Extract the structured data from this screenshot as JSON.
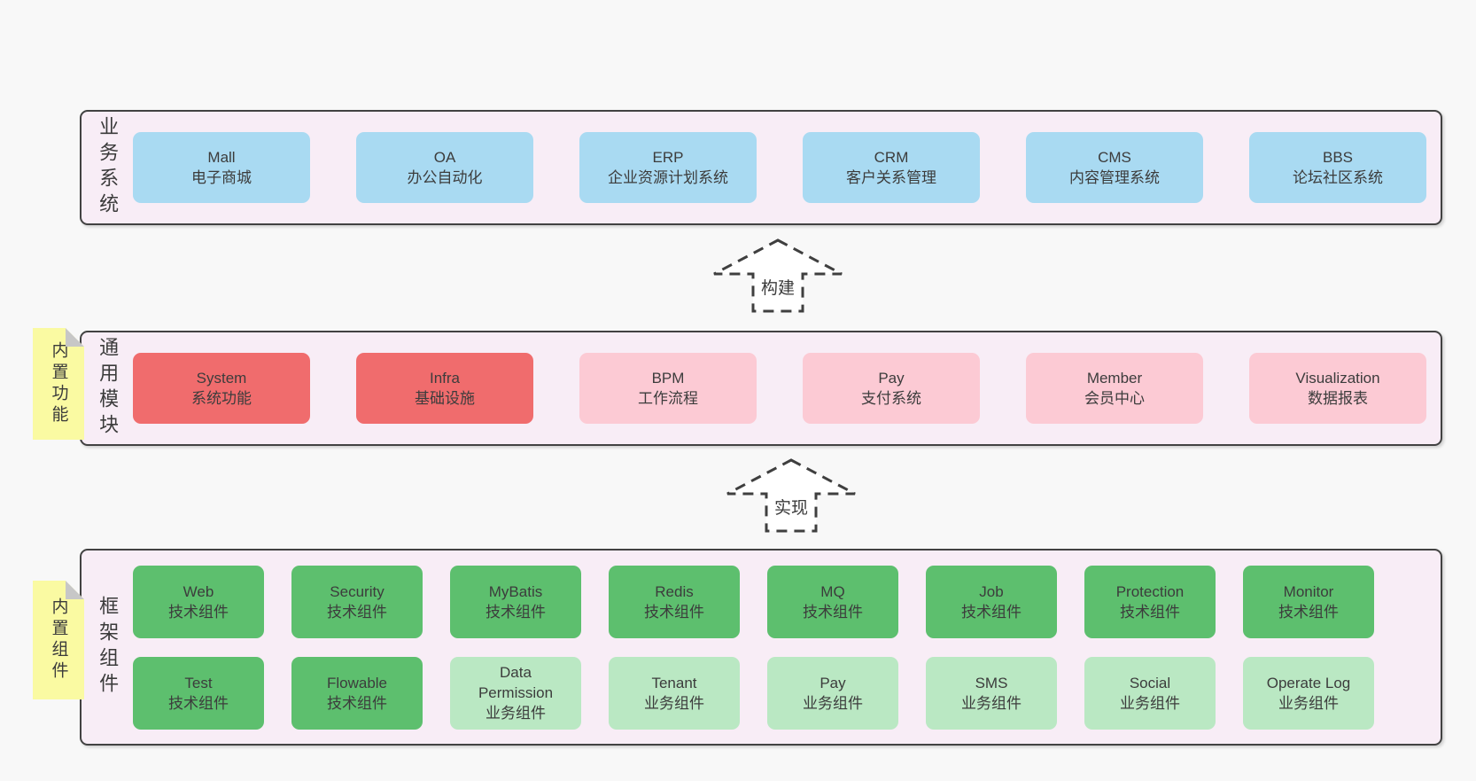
{
  "diagram": {
    "layers": {
      "business": {
        "label": "业务系统",
        "boxes": [
          {
            "name": "Mall",
            "desc": "电子商城"
          },
          {
            "name": "OA",
            "desc": "办公自动化"
          },
          {
            "name": "ERP",
            "desc": "企业资源计划系统"
          },
          {
            "name": "CRM",
            "desc": "客户关系管理"
          },
          {
            "name": "CMS",
            "desc": "内容管理系统"
          },
          {
            "name": "BBS",
            "desc": "论坛社区系统"
          }
        ]
      },
      "modules": {
        "label": "通用模块",
        "sticky": "内置功能",
        "boxes": [
          {
            "name": "System",
            "desc": "系统功能"
          },
          {
            "name": "Infra",
            "desc": "基础设施"
          },
          {
            "name": "BPM",
            "desc": "工作流程"
          },
          {
            "name": "Pay",
            "desc": "支付系统"
          },
          {
            "name": "Member",
            "desc": "会员中心"
          },
          {
            "name": "Visualization",
            "desc": "数据报表"
          }
        ]
      },
      "framework": {
        "label": "框架组件",
        "sticky": "内置组件",
        "rows": [
          [
            {
              "name": "Web",
              "desc": "技术组件"
            },
            {
              "name": "Security",
              "desc": "技术组件"
            },
            {
              "name": "MyBatis",
              "desc": "技术组件"
            },
            {
              "name": "Redis",
              "desc": "技术组件"
            },
            {
              "name": "MQ",
              "desc": "技术组件"
            },
            {
              "name": "Job",
              "desc": "技术组件"
            },
            {
              "name": "Protection",
              "desc": "技术组件"
            },
            {
              "name": "Monitor",
              "desc": "技术组件"
            }
          ],
          [
            {
              "name": "Test",
              "desc": "技术组件"
            },
            {
              "name": "Flowable",
              "desc": "技术组件"
            },
            {
              "name": "Data Permission",
              "desc": "业务组件"
            },
            {
              "name": "Tenant",
              "desc": "业务组件"
            },
            {
              "name": "Pay",
              "desc": "业务组件"
            },
            {
              "name": "SMS",
              "desc": "业务组件"
            },
            {
              "name": "Social",
              "desc": "业务组件"
            },
            {
              "name": "Operate Log",
              "desc": "业务组件"
            }
          ]
        ]
      }
    },
    "arrows": {
      "build": "构建",
      "implement": "实现"
    },
    "colors": {
      "page_background": "#f8f8f8",
      "panel_background": "#f8edf6",
      "panel_border": "#424242",
      "business_box": "#a9daf2",
      "core_module_box": "#f06c6d",
      "optional_module_box": "#fccad4",
      "tech_component_box": "#5dbf6e",
      "biz_component_box": "#bae8c3",
      "sticky_note": "#fafaa2",
      "sticky_fold": "#c7c7c7",
      "text": "#3b3b3b"
    }
  }
}
